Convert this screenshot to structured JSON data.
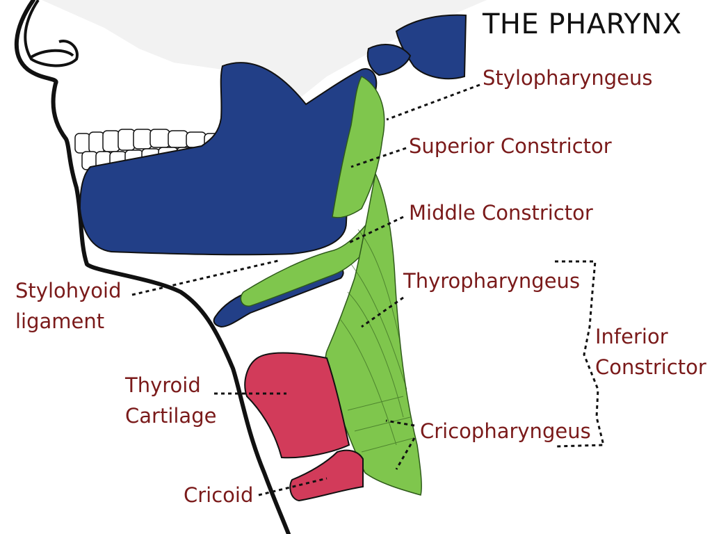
{
  "title": "THE PHARYNX",
  "colors": {
    "bone": "#223f87",
    "muscle": "#7fc64d",
    "cartilage": "#d23b5a",
    "label": "#7a1a1a",
    "outline": "#111111"
  },
  "labels": {
    "stylopharyngeus": "Stylopharyngeus",
    "superior_constrictor": "Superior Constrictor",
    "middle_constrictor": "Middle Constrictor",
    "thyropharyngeus": "Thyropharyngeus",
    "inferior_constrictor_line1": "Inferior",
    "inferior_constrictor_line2": "Constrictor",
    "cricopharyngeus": "Cricopharyngeus",
    "stylohyoid_line1": "Stylohyoid",
    "stylohyoid_line2": "ligament",
    "thyroid_line1": "Thyroid",
    "thyroid_line2": "Cartilage",
    "cricoid": "Cricoid"
  }
}
